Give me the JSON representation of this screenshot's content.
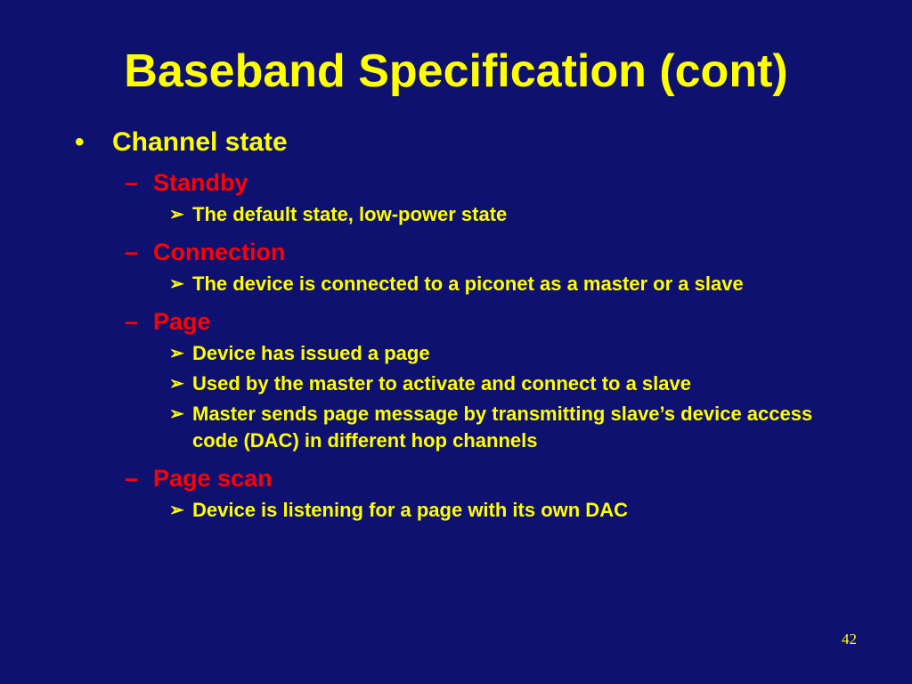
{
  "slide": {
    "title": "Baseband Specification (cont)",
    "page_number": "42",
    "bullet": "Channel state",
    "sections": [
      {
        "heading": "Standby",
        "items": [
          "The default state, low-power state"
        ]
      },
      {
        "heading": "Connection",
        "items": [
          "The device is connected to a piconet as a master or a slave"
        ]
      },
      {
        "heading": "Page",
        "items": [
          "Device has issued a page",
          "Used by the master to activate and connect to a slave",
          "Master sends page message by transmitting slave’s device access code (DAC) in different hop channels"
        ]
      },
      {
        "heading": "Page scan",
        "items": [
          "Device is listening for a page with its own DAC"
        ]
      }
    ],
    "colors": {
      "background": "#0e1170",
      "title": "#ffff00",
      "subheading": "#ff0000",
      "body": "#ffff00"
    },
    "icons": {
      "level1": "bullet-dot-icon",
      "level2": "en-dash-icon",
      "level3": "arrowhead-icon"
    }
  }
}
